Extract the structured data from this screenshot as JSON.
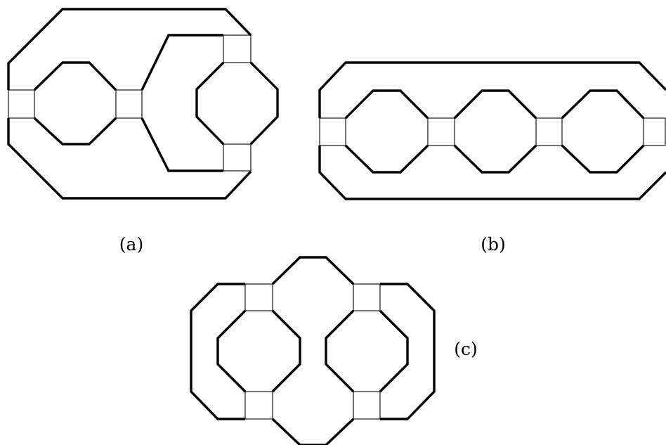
{
  "colors": {
    "stroke": "#000000",
    "background": "#ffffff"
  },
  "panels": [
    {
      "id": "a",
      "label": "(a)"
    },
    {
      "id": "b",
      "label": "(b)"
    },
    {
      "id": "c",
      "label": "(c)"
    }
  ]
}
